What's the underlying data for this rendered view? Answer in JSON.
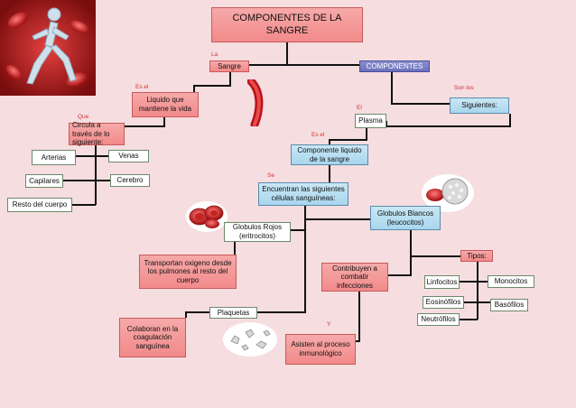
{
  "title": "COMPONENTES DE LA SANGRE",
  "nodes": {
    "sangre": "Sangre",
    "componentes": "COMPONENTES",
    "liquido": "Liquido que mantiene la vida",
    "siguientes": "Siguientes:",
    "plasma": "Plasma",
    "circula": "Circula a través de lo siguiente:",
    "componente_liquido": "Componente liquido de la sangre",
    "arterias": "Arterias",
    "venas": "Venas",
    "capilares": "Capilares",
    "cerebro": "Cerebro",
    "resto_cuerpo": "Resto del cuerpo",
    "encuentran": "Encuentran las siguientes células sanguíneas:",
    "globulos_blancos": "Globulos Blancos (leucocitos)",
    "globulos_rojos": "Globulos Rojos (eritrocitos)",
    "transportan": "Transportan oxigeno desde los pulmones al resto del cuerpo",
    "contribuyen": "Contribuyen a combatir infecciones",
    "tipos": "Tipos:",
    "linfocitos": "Linfocitos",
    "monocitos": "Monocitos",
    "eosinofilos": "Eosinófilos",
    "basofilos": "Basófilos",
    "neutrofilos": "Neutrófilos",
    "plaquetas": "Plaquetas",
    "colaboran": "Colaboran en la coagulación sanguínea",
    "asisten": "Asisten al proceso inmunológico"
  },
  "connectors": {
    "la": "La",
    "es_el_1": "Es el",
    "son_los": "Son los",
    "el": "El",
    "que": "Que",
    "es_el_2": "Es el",
    "se": "Se",
    "y": "Y"
  },
  "colors": {
    "background": "#f6dde0",
    "red_node": "#f28a8a",
    "blue_node": "#a9d6ee",
    "purple_node": "#6c70bb",
    "connector_text": "#d23232",
    "line": "#111111"
  }
}
